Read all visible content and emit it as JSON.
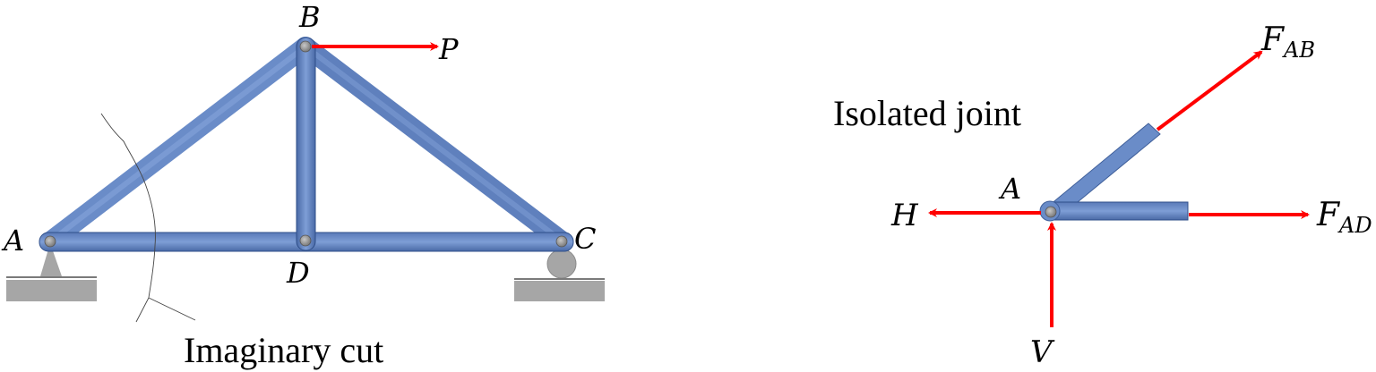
{
  "truss": {
    "nodes": {
      "A": "A",
      "B": "B",
      "C": "C",
      "D": "D"
    },
    "load_label": "P",
    "cut_caption": "Imaginary cut"
  },
  "joint": {
    "title": "Isolated joint",
    "node_label": "A",
    "forces": {
      "H": "H",
      "V": "V",
      "F_AB_main": "F",
      "F_AB_sub": "AB",
      "F_AD_main": "F",
      "F_AD_sub": "AD"
    }
  },
  "colors": {
    "member": "#6a8cc8",
    "member_dark": "#3f5f9a",
    "force": "#ff0000",
    "support": "#a6a6a6",
    "pin": "#8c8c8c"
  }
}
